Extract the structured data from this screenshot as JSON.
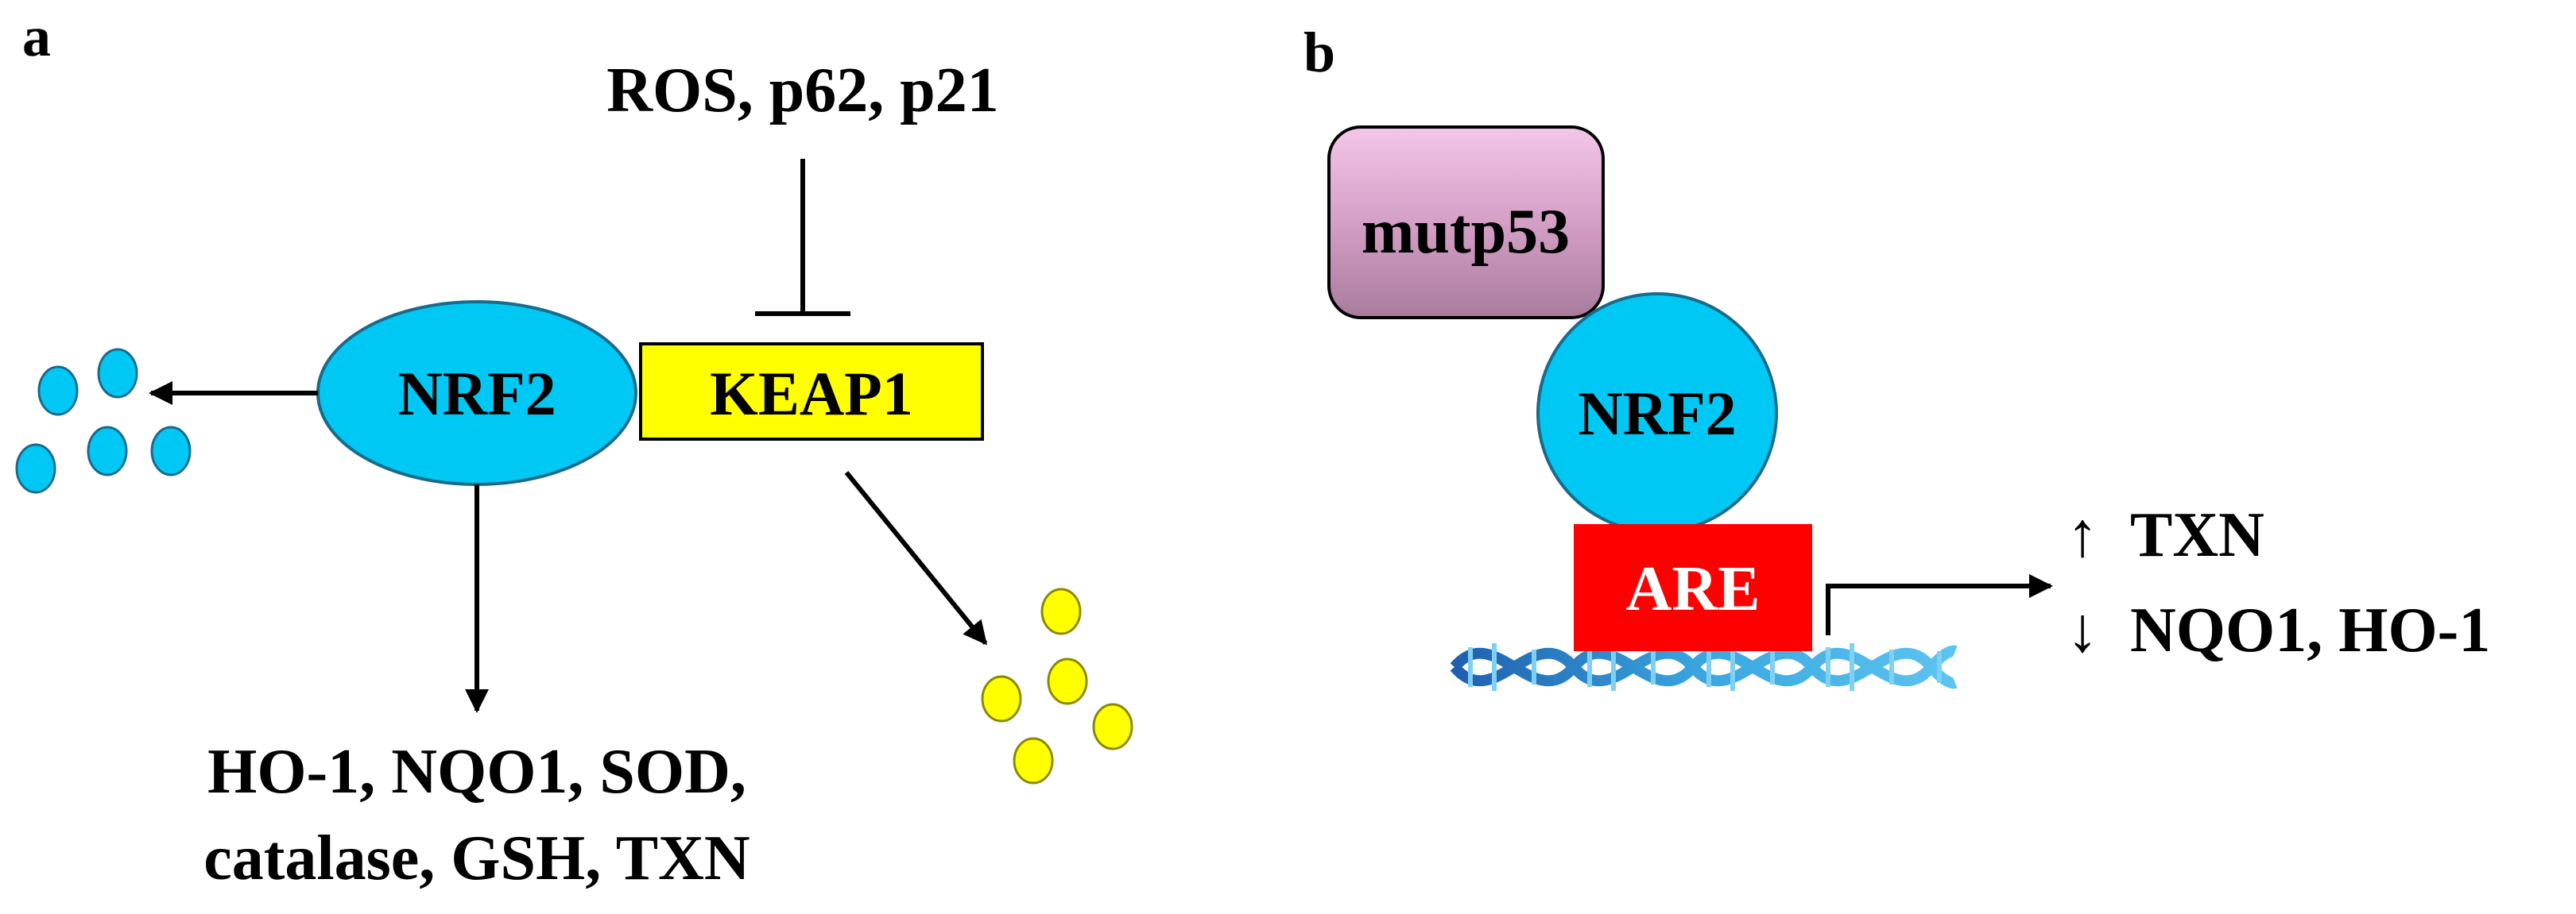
{
  "panel_a": {
    "label": "a",
    "inhibitors": "ROS, p62, p21",
    "nrf2": "NRF2",
    "keap1": "KEAP1",
    "targets_line1": "HO-1, NQO1, SOD,",
    "targets_line2": "catalase, GSH, TXN"
  },
  "panel_b": {
    "label": "b",
    "mutp53": "mutp53",
    "nrf2": "NRF2",
    "are": "ARE",
    "up_arrow": "↑",
    "up_genes": "TXN",
    "down_arrow": "↓",
    "down_genes": "NQO1, HO-1"
  },
  "colors": {
    "nrf2_fill": "#00c8f5",
    "keap1_fill": "#ffff00",
    "are_fill": "#ff0000",
    "mutp53_fill_top": "#f3c6e8",
    "mutp53_fill_bottom": "#a87b9c",
    "dna_blue": "#3a9fd8",
    "line": "#000000"
  }
}
